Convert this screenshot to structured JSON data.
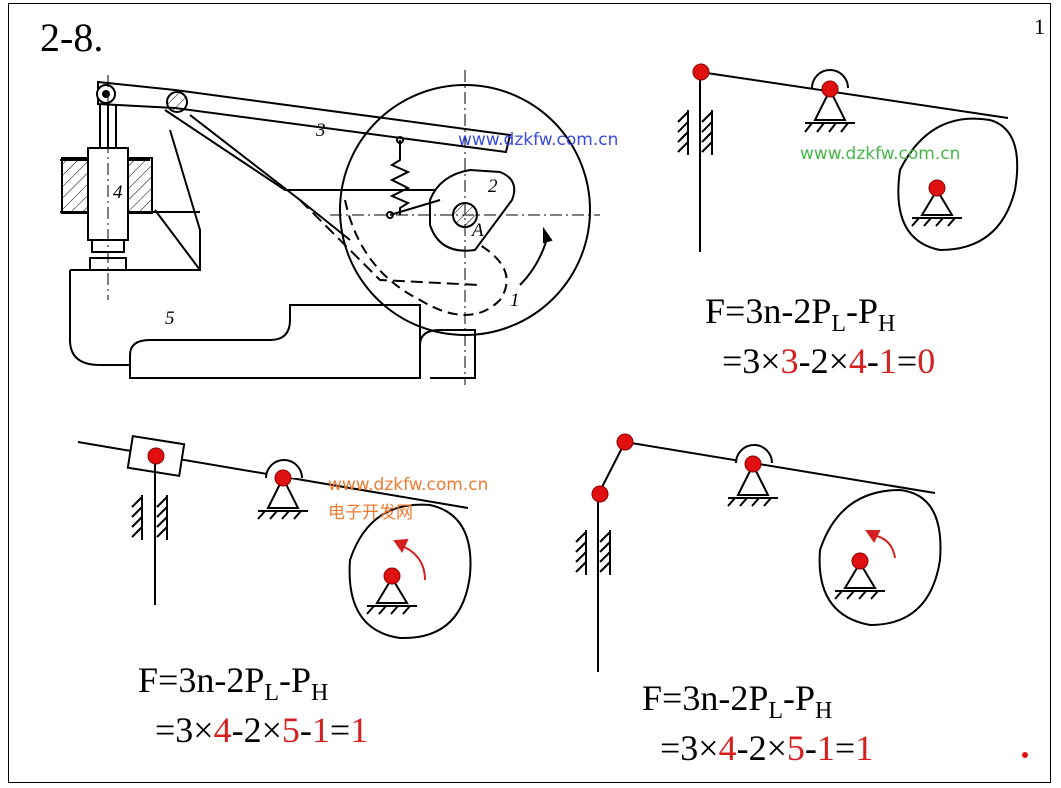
{
  "title": "2-8.",
  "page_number": "1",
  "colors": {
    "joint": "#e01010",
    "formula_number": "#d42020",
    "watermark_blue": "#3a4be0",
    "watermark_green": "#44b848",
    "watermark_orange": "#f07a30"
  },
  "watermarks": {
    "wm1": "www.dzkfw.com.cn",
    "wm2": "www.dzkfw.com.cn",
    "wm3": "www.dzkfw.com.cn",
    "wm3_cn": "电子开发网"
  },
  "drawing_labels": {
    "n1": "1",
    "n2": "2",
    "n3": "3",
    "n4": "4",
    "n5": "5",
    "nA": "A"
  },
  "formula_a": {
    "line1": {
      "f": "F=3n-2P",
      "s1": "L",
      "m": "-P",
      "s2": "H"
    },
    "line2": {
      "p0": "=3×",
      "n1": "3",
      "p1": "-2×",
      "n2": "4",
      "p2": "-",
      "n3": "1",
      "p3": "=",
      "res": "0"
    }
  },
  "formula_b": {
    "line1": {
      "f": "F=3n-2P",
      "s1": "L",
      "m": "-P",
      "s2": "H"
    },
    "line2": {
      "p0": "=3×",
      "n1": "4",
      "p1": "-2×",
      "n2": "5",
      "p2": "-",
      "n3": "1",
      "p3": "=",
      "res": "1"
    }
  },
  "formula_c": {
    "line1": {
      "f": "F=3n-2P",
      "s1": "L",
      "m": "-P",
      "s2": "H"
    },
    "line2": {
      "p0": "=3×",
      "n1": "4",
      "p1": "-2×",
      "n2": "5",
      "p2": "-",
      "n3": "1",
      "p3": "=",
      "res": "1"
    }
  }
}
